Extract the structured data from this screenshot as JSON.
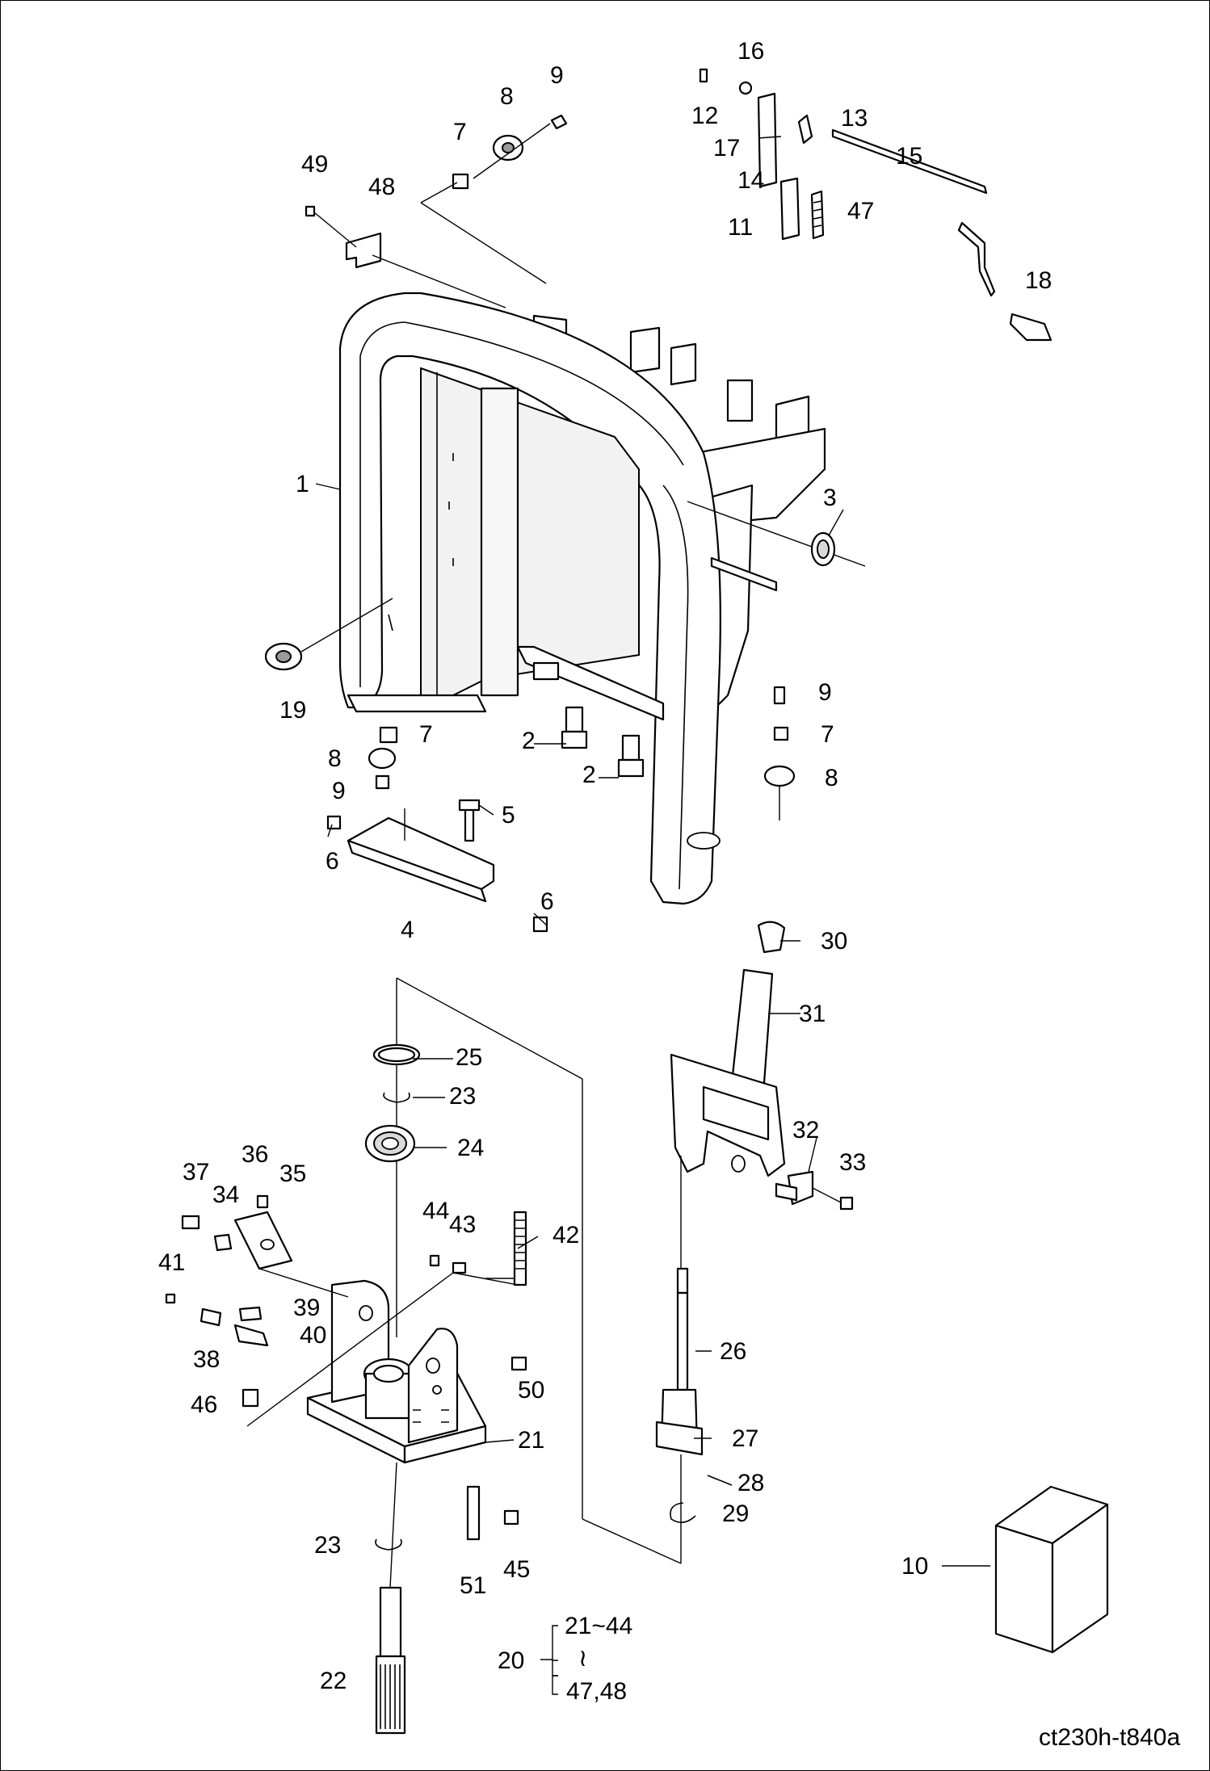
{
  "drawing_code": "ct230h-t840a",
  "callouts": {
    "c1": "1",
    "c2a": "2",
    "c2b": "2",
    "c3": "3",
    "c4": "4",
    "c5": "5",
    "c6a": "6",
    "c6b": "6",
    "c7a": "7",
    "c7b": "7",
    "c7c": "7",
    "c8a": "8",
    "c8b": "8",
    "c8c": "8",
    "c9a": "9",
    "c9b": "9",
    "c9c": "9",
    "c10": "10",
    "c11": "11",
    "c12": "12",
    "c13": "13",
    "c14": "14",
    "c15": "15",
    "c16": "16",
    "c17": "17",
    "c18": "18",
    "c19": "19",
    "c20": "20",
    "c21": "21",
    "c22": "22",
    "c23a": "23",
    "c23b": "23",
    "c24": "24",
    "c25": "25",
    "c26": "26",
    "c27": "27",
    "c28": "28",
    "c29": "29",
    "c30": "30",
    "c31": "31",
    "c32": "32",
    "c33": "33",
    "c34": "34",
    "c35": "35",
    "c36": "36",
    "c37": "37",
    "c38": "38",
    "c39": "39",
    "c40": "40",
    "c41": "41",
    "c42": "42",
    "c43": "43",
    "c44": "44",
    "c45": "45",
    "c46": "46",
    "c47": "47",
    "c48": "48",
    "c49": "49",
    "c50": "50",
    "c51": "51"
  },
  "assembly_note": {
    "range_a": "21~44",
    "range_sep": "≀",
    "range_b": "47,48"
  }
}
